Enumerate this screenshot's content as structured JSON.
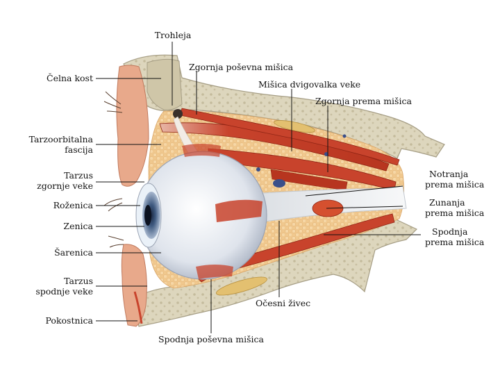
{
  "labels": {
    "trohleja": "Trohleja",
    "zgornja_posevna": "Zgornja poševna mišica",
    "celna_kost": "Čelna kost",
    "dvigovalka": "Mišica dvigovalka veke",
    "zgornja_prema": "Zgornja prema mišica",
    "tarzoorbitalna_1": "Tarzoorbitalna",
    "tarzoorbitalna_2": "fascija",
    "tarzus_zg_1": "Tarzus",
    "tarzus_zg_2": "zgornje veke",
    "notranja_1": "Notranja",
    "notranja_2": "prema mišica",
    "rozenica": "Roženica",
    "zunanja_1": "Zunanja",
    "zunanja_2": "prema mišica",
    "zenica": "Zenica",
    "spodnja_prema_1": "Spodnja",
    "spodnja_prema_2": "prema mišica",
    "sarenica": "Šarenica",
    "tarzus_sp_1": "Tarzus",
    "tarzus_sp_2": "spodnje veke",
    "ocesni_zivec": "Očesni živec",
    "pokostnica": "Pokostnica",
    "spodnja_posevna": "Spodnja poševna mišica"
  },
  "colors": {
    "bone": "#ddd6bd",
    "bone_dark": "#b8b097",
    "fat": "#f0c88e",
    "muscle": "#c8432c",
    "muscle_dark": "#8f2414",
    "sclera": "#e9ecf1",
    "iris": "#6f86a8",
    "skin": "#e8a98b",
    "nerve": "#eef0f2"
  }
}
